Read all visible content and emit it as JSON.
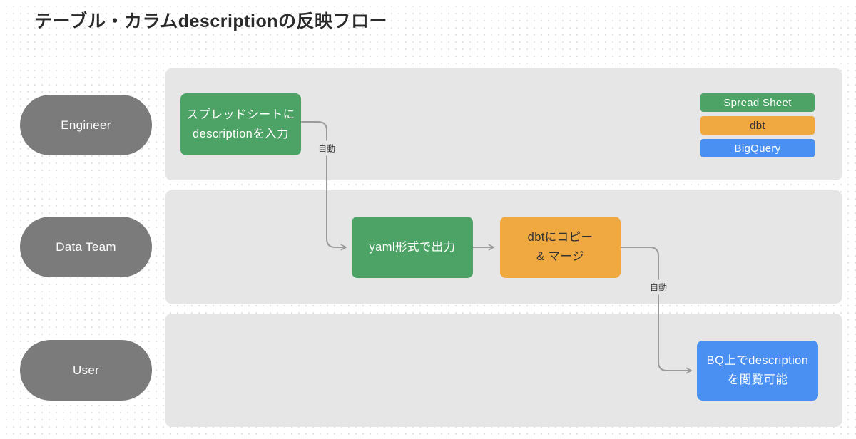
{
  "title": "テーブル・カラムdescriptionの反映フロー",
  "lanes": [
    {
      "id": "engineer",
      "label": "Engineer"
    },
    {
      "id": "data-team",
      "label": "Data Team"
    },
    {
      "id": "user",
      "label": "User"
    }
  ],
  "nodes": [
    {
      "id": "spreadsheet-input",
      "system": "spreadsheet",
      "lines": [
        "スプレッドシートに",
        "descriptionを入力"
      ]
    },
    {
      "id": "yaml-output",
      "system": "spreadsheet",
      "lines": [
        "yaml形式で出力"
      ]
    },
    {
      "id": "dbt-copy-merge",
      "system": "dbt",
      "lines": [
        "dbtにコピー",
        "& マージ"
      ]
    },
    {
      "id": "bq-view",
      "system": "bigquery",
      "lines": [
        "BQ上でdescription",
        "を閲覧可能"
      ]
    }
  ],
  "edges": [
    {
      "from": "spreadsheet-input",
      "to": "yaml-output",
      "label": "自動"
    },
    {
      "from": "yaml-output",
      "to": "dbt-copy-merge",
      "label": ""
    },
    {
      "from": "dbt-copy-merge",
      "to": "bq-view",
      "label": "自動"
    }
  ],
  "legend": [
    {
      "label": "Spread Sheet",
      "color": "#4da265"
    },
    {
      "label": "dbt",
      "color": "#f0a941"
    },
    {
      "label": "BigQuery",
      "color": "#4a90f2"
    }
  ],
  "colors": {
    "lane_background": "#e6e6e6",
    "lane_pill": "#7b7b7b",
    "spreadsheet_green": "#4da265",
    "dbt_orange": "#f0a941",
    "bigquery_blue": "#4a90f2",
    "connector_gray": "#9b9b9b",
    "title_text": "#2a2a2a"
  }
}
